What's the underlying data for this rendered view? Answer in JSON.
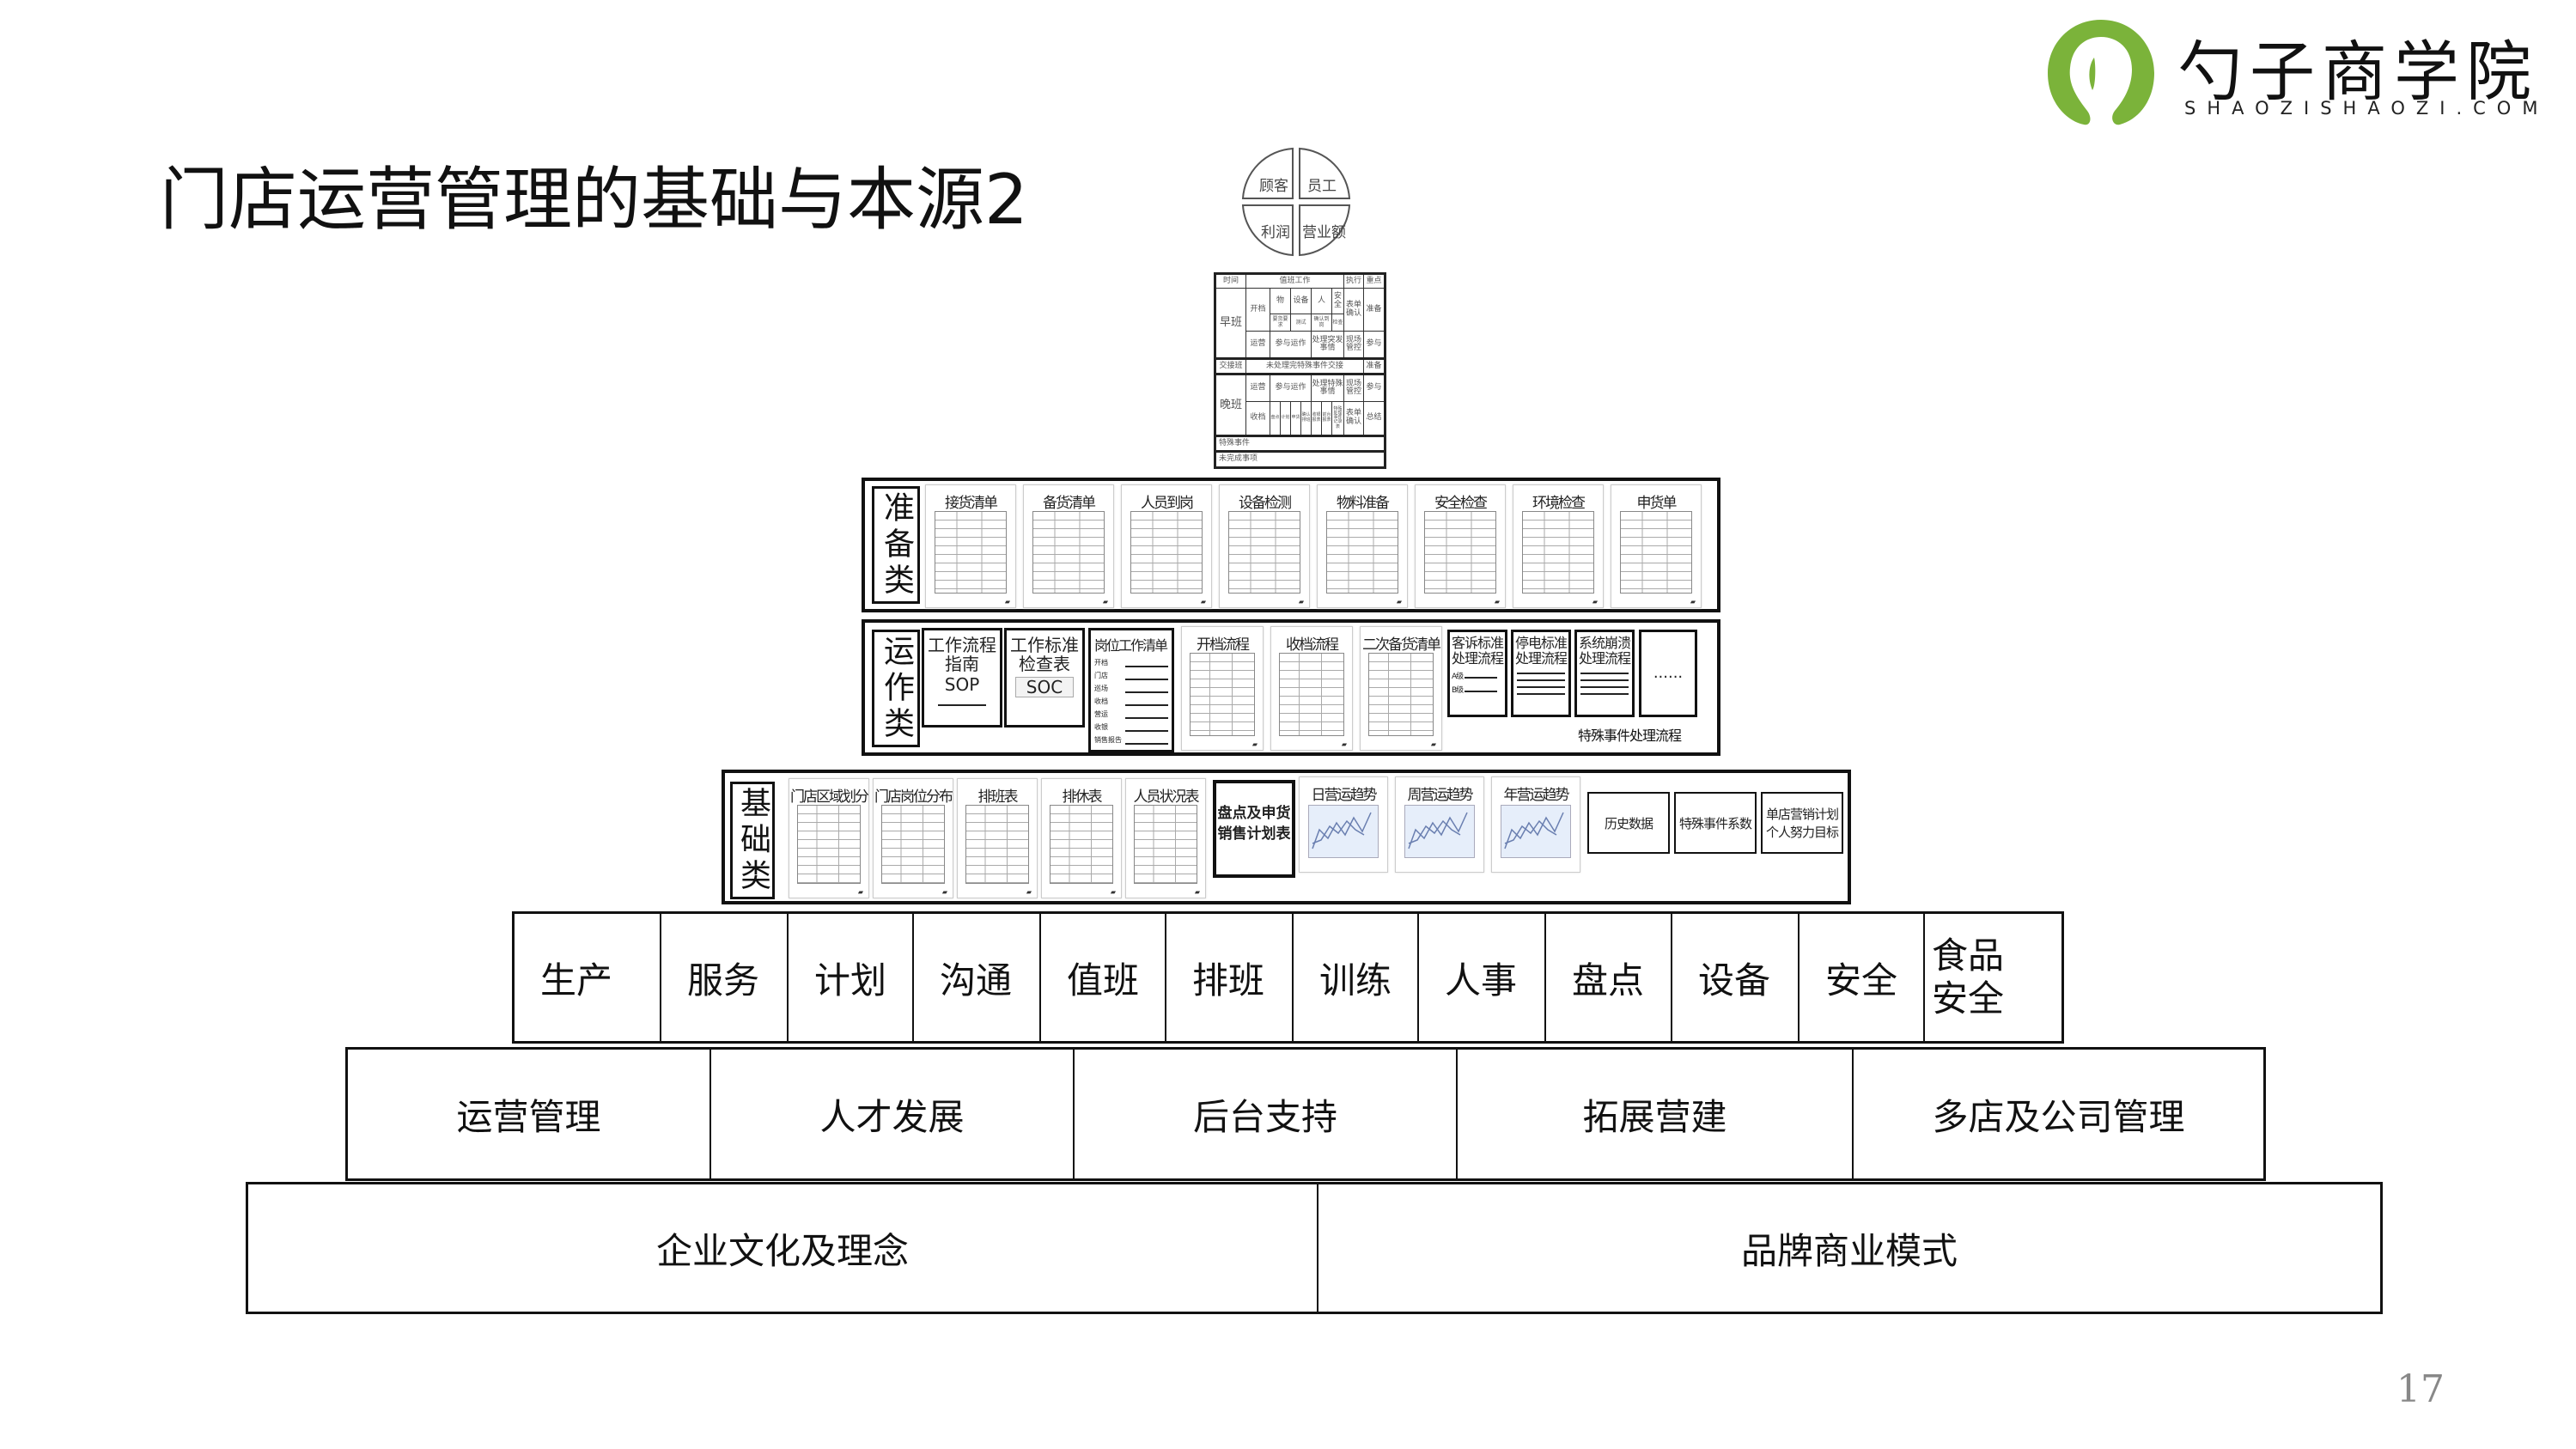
{
  "title": "门店运营管理的基础与本源2",
  "logo": {
    "cn": "勺子商学院",
    "en": "SHAOZISHAOZI.COM",
    "color": "#7bb33a"
  },
  "page_number": "17",
  "pie": [
    "顾客",
    "员工",
    "利润",
    "营业额"
  ],
  "duty_table": {
    "h": [
      "时间",
      "值班工作",
      "执行",
      "重点"
    ],
    "morning": "早班",
    "open": "开档",
    "open_items": [
      "物",
      "设备",
      "人",
      "安全"
    ],
    "open_sub": [
      "要货要求",
      "测试",
      "确认到岗",
      "检查"
    ],
    "form_confirm": "表单确认",
    "prepare": "准备",
    "ops": "运营",
    "participate_ops": "参与运作",
    "handle_urgent": "处理突发事情",
    "onsite": "现场管控",
    "participate": "参与",
    "handover": "交接班",
    "handover_text": "未处理完特殊事件交接",
    "evening": "晚班",
    "handle_special": "处理特殊事情",
    "close": "收档",
    "close_items": [
      "盘点",
      "计划",
      "申货",
      "确认排班",
      "收银报表",
      "前台报表",
      "特殊处理事件记录表"
    ],
    "summary": "总结",
    "special": "特殊事件",
    "unfinished": "未完成事项"
  },
  "prep": {
    "label": "准备类",
    "items": [
      "接货清单",
      "备货清单",
      "人员到岗",
      "设备检测",
      "物料准备",
      "安全检查",
      "环境检查",
      "申货单"
    ]
  },
  "ops": {
    "label": "运作类",
    "sop": [
      "工作流程",
      "指南",
      "SOP"
    ],
    "soc": [
      "工作标准",
      "检查表",
      "SOC"
    ],
    "post": {
      "title": "岗位工作清单",
      "rows": [
        "开档",
        "门店",
        "巡场",
        "收档",
        "营运",
        "收银",
        "销售报告"
      ]
    },
    "tables": [
      "开档流程",
      "收档流程",
      "二次备货清单"
    ],
    "special": [
      {
        "t": "客诉标准处理流程",
        "a": "A级",
        "b": "B级"
      },
      {
        "t": "停电标准处理流程"
      },
      {
        "t": "系统崩溃处理流程"
      }
    ],
    "more": "......",
    "caption": "特殊事件处理流程"
  },
  "base": {
    "label": "基础类",
    "tables": [
      "门店区域划分",
      "门店岗位分布",
      "排班表",
      "排休表",
      "人员状况表"
    ],
    "bold": "盘点及申货销售计划表",
    "charts": [
      "日营运趋势",
      "周营运趋势",
      "年营运趋势"
    ],
    "boxes": [
      "历史数据",
      "特殊事件系数",
      "单店营销计划个人努力目标"
    ]
  },
  "functions": [
    "生产",
    "服务",
    "计划",
    "沟通",
    "值班",
    "排班",
    "训练",
    "人事",
    "盘点",
    "设备",
    "安全",
    "食品安全"
  ],
  "management": [
    "运营管理",
    "人才发展",
    "后台支持",
    "拓展营建",
    "多店及公司管理"
  ],
  "foundation": [
    "企业文化及理念",
    "品牌商业模式"
  ]
}
